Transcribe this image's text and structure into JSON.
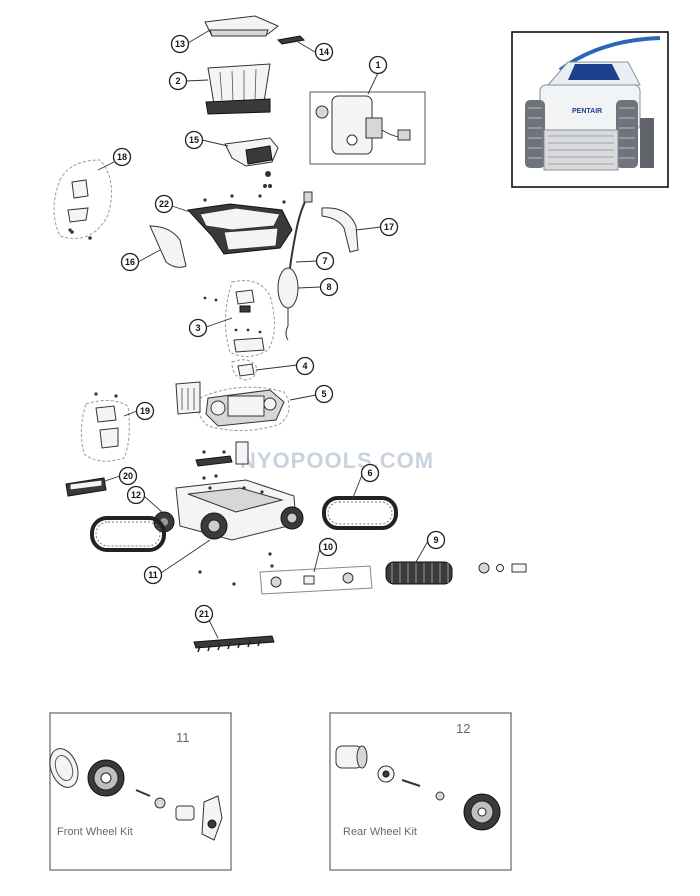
{
  "callouts": [
    {
      "n": "13"
    },
    {
      "n": "14"
    },
    {
      "n": "2"
    },
    {
      "n": "1"
    },
    {
      "n": "15"
    },
    {
      "n": "18"
    },
    {
      "n": "22"
    },
    {
      "n": "17"
    },
    {
      "n": "16"
    },
    {
      "n": "7"
    },
    {
      "n": "8"
    },
    {
      "n": "3"
    },
    {
      "n": "4"
    },
    {
      "n": "5"
    },
    {
      "n": "19"
    },
    {
      "n": "20"
    },
    {
      "n": "6"
    },
    {
      "n": "12"
    },
    {
      "n": "11"
    },
    {
      "n": "10"
    },
    {
      "n": "9"
    },
    {
      "n": "21"
    }
  ],
  "watermark": "NYOPOOLS.COM",
  "kits": [
    {
      "number": "11",
      "label": "Front Wheel Kit"
    },
    {
      "number": "12",
      "label": "Rear Wheel Kit"
    }
  ],
  "photo": {
    "brand": "PENTAIR"
  }
}
